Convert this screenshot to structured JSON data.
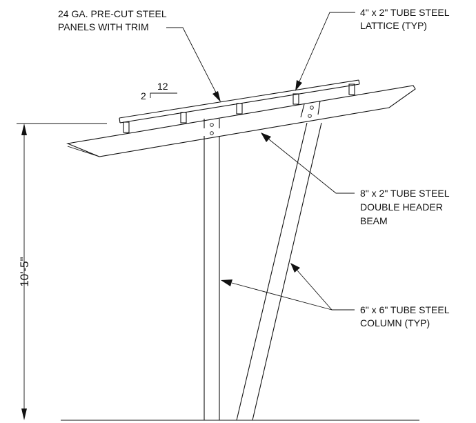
{
  "labels": {
    "panels": {
      "line1": "24 GA. PRE-CUT STEEL",
      "line2": "PANELS WITH TRIM"
    },
    "lattice": {
      "line1": "4\" x 2\" TUBE STEEL",
      "line2": "LATTICE (TYP)"
    },
    "header_beam": {
      "line1": "8\" x 2\" TUBE STEEL",
      "line2": "DOUBLE HEADER",
      "line3": "BEAM"
    },
    "column": {
      "line1": "6\" x 6\" TUBE STEEL",
      "line2": "COLUMN (TYP)"
    }
  },
  "slope": {
    "rise": "2",
    "run": "12"
  },
  "dimension": {
    "height": "10'-5\""
  },
  "colors": {
    "line": "#111111",
    "background": "#ffffff"
  }
}
